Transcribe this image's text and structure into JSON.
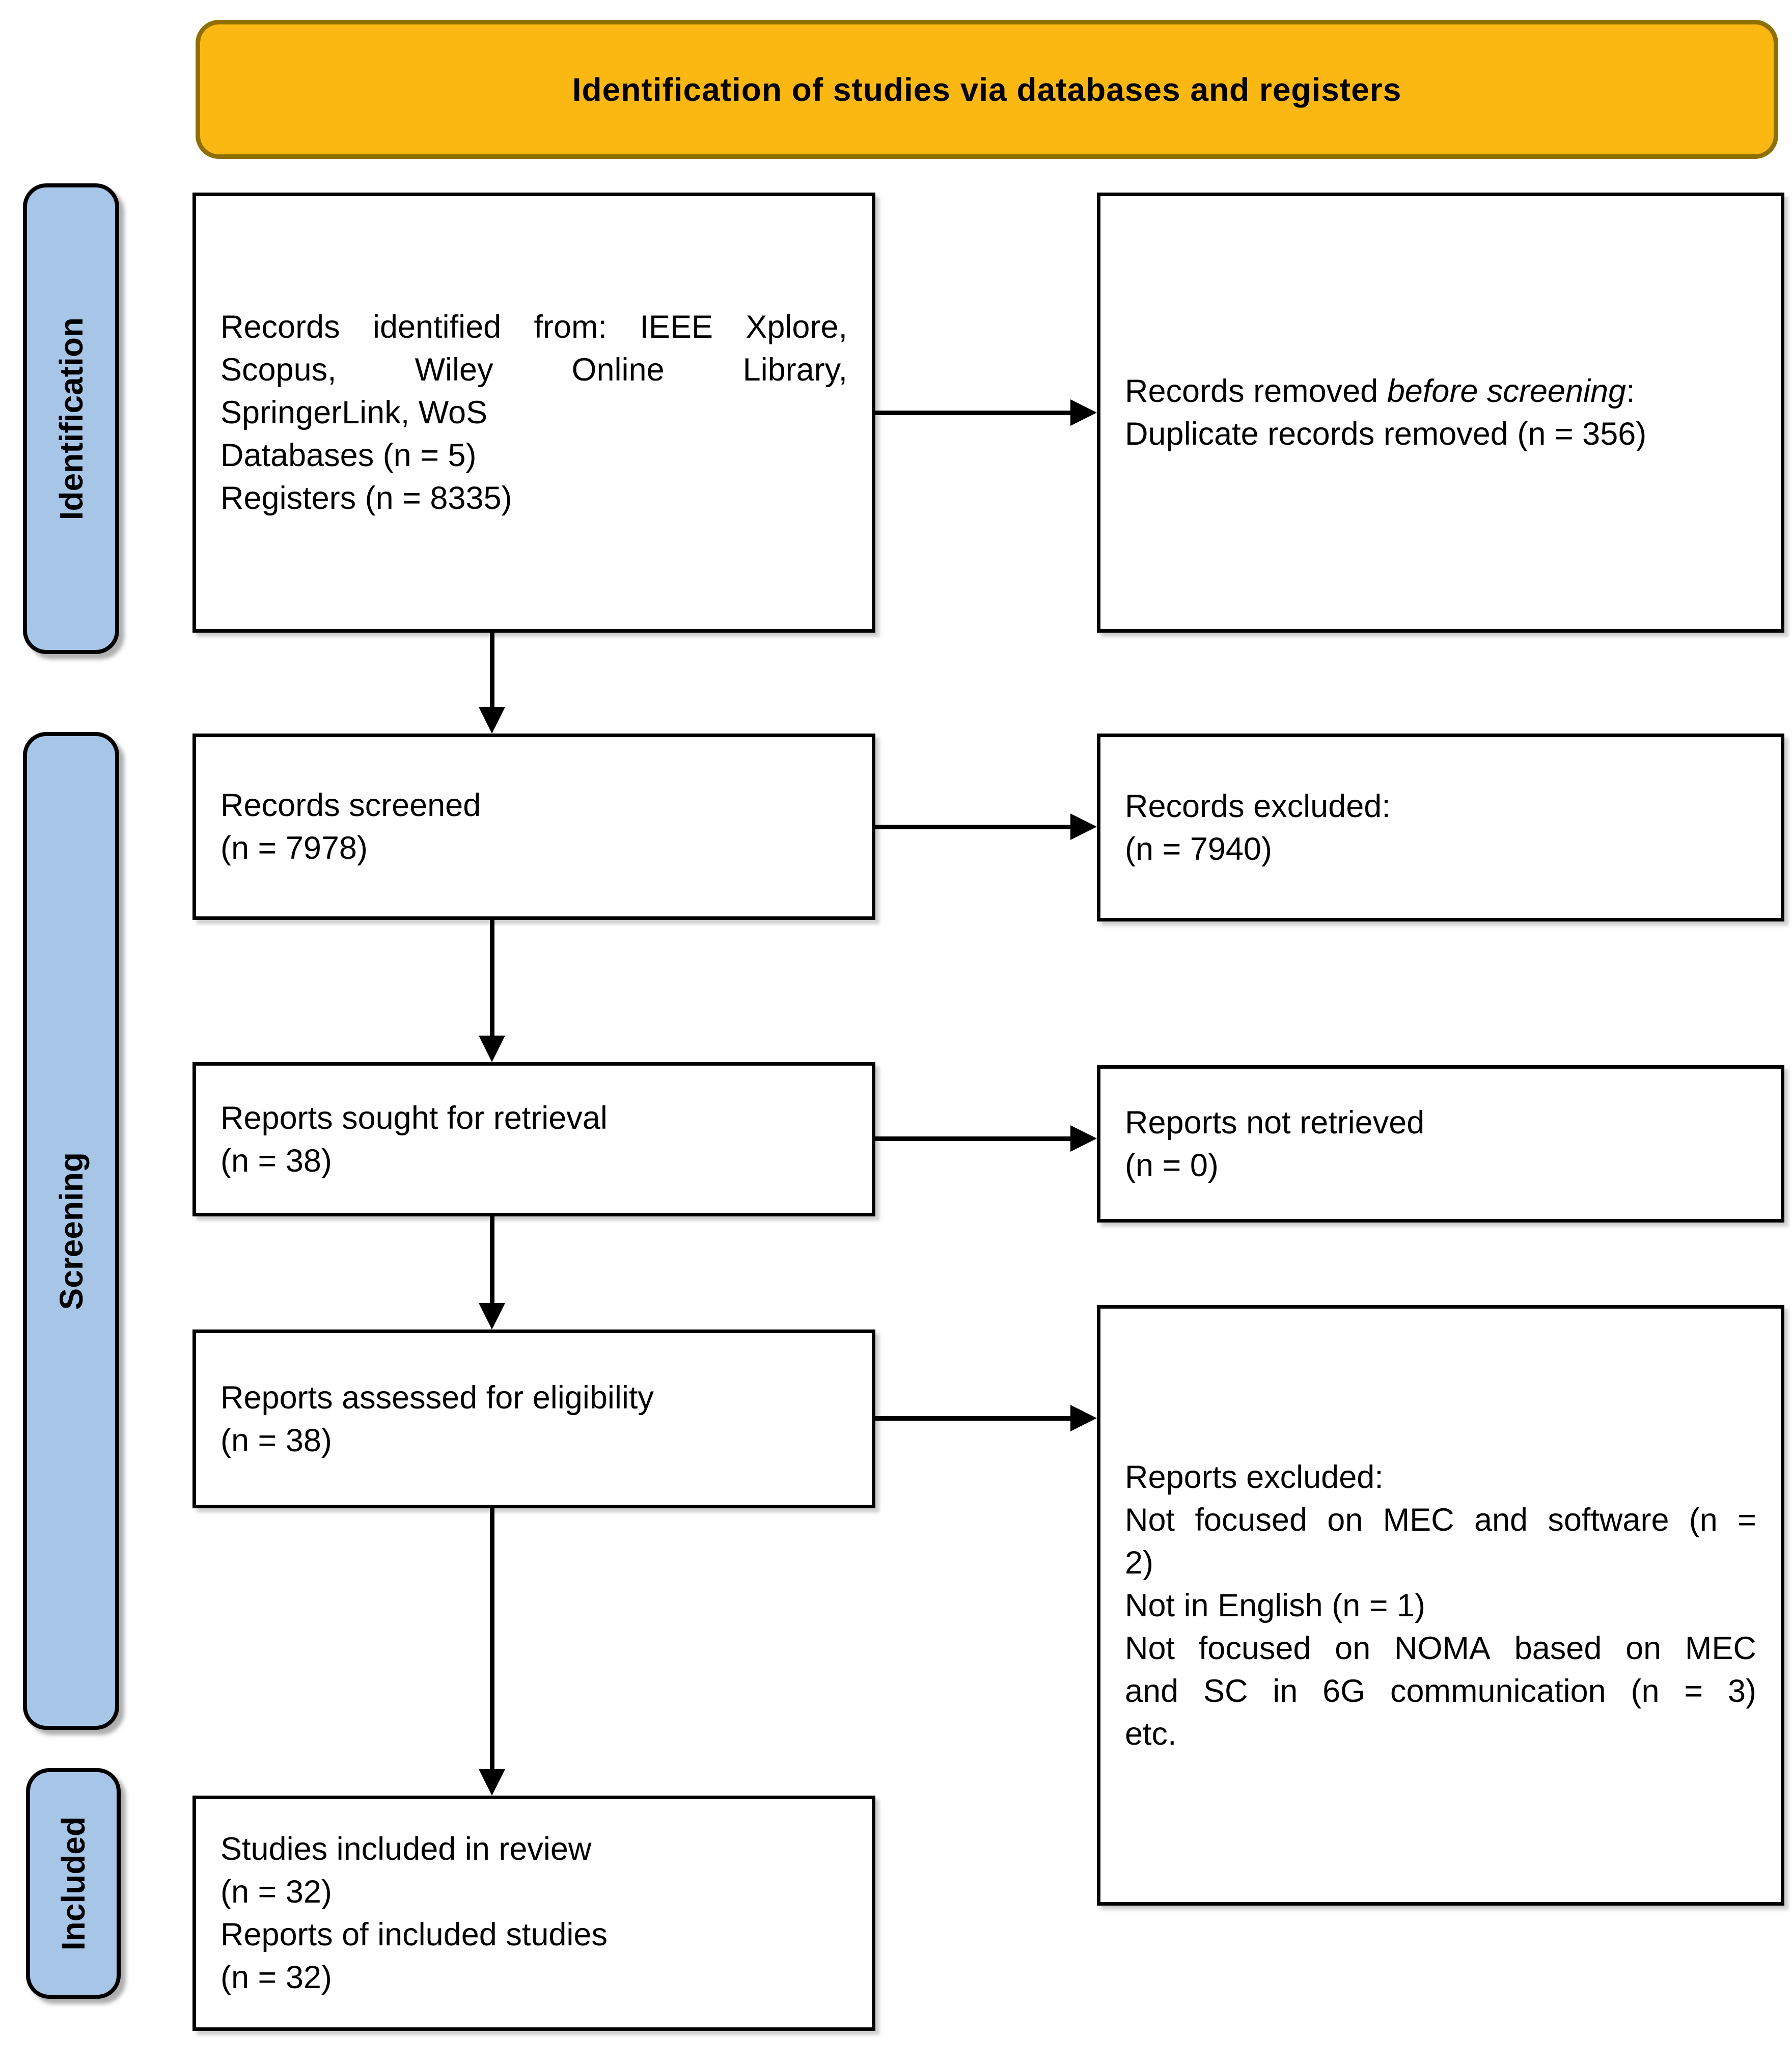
{
  "header": {
    "title": "Identification of studies via databases and registers"
  },
  "colors": {
    "banner_bg": "#FBB813",
    "banner_border": "#8E6F00",
    "stage_bar_bg": "#A7C6E7",
    "box_border": "#000000",
    "text": "#000000"
  },
  "stages": {
    "identification": {
      "label": "Identification"
    },
    "screening": {
      "label": "Screening"
    },
    "included": {
      "label": "Included"
    }
  },
  "boxes": {
    "records_identified": {
      "lines": [
        {
          "text": "Records identified from: IEEE Xplore,",
          "justify": true
        },
        {
          "text": "Scopus, Wiley Online Library,",
          "justify": true
        },
        {
          "text": "SpringerLink, WoS"
        },
        {
          "text": "Databases (n = 5)"
        },
        {
          "text": "Registers (n = 8335)"
        }
      ]
    },
    "records_removed": {
      "lines": [
        {
          "segments": [
            {
              "text": "Records removed ",
              "italic": false
            },
            {
              "text": "before screening",
              "italic": true
            },
            {
              "text": ":",
              "italic": false
            }
          ]
        },
        {
          "text": "Duplicate records removed (n = 356)"
        }
      ]
    },
    "records_screened": {
      "lines": [
        {
          "text": "Records screened"
        },
        {
          "text": "(n = 7978)"
        }
      ]
    },
    "records_excluded": {
      "lines": [
        {
          "text": "Records excluded:"
        },
        {
          "text": "(n = 7940)"
        }
      ]
    },
    "reports_sought": {
      "lines": [
        {
          "text": "Reports sought for retrieval"
        },
        {
          "text": "(n = 38)"
        }
      ]
    },
    "reports_not_retrieved": {
      "lines": [
        {
          "text": "Reports not retrieved"
        },
        {
          "text": "(n = 0)"
        }
      ]
    },
    "reports_assessed": {
      "lines": [
        {
          "text": "Reports assessed for eligibility"
        },
        {
          "text": "(n = 38)"
        }
      ]
    },
    "reports_excluded": {
      "lines": [
        {
          "text": "Reports excluded:"
        },
        {
          "text": "Not focused on MEC and software (n =",
          "justify": true
        },
        {
          "text": "2)"
        },
        {
          "text": "Not in English (n = 1)"
        },
        {
          "text": "Not focused on NOMA based on MEC",
          "justify": true
        },
        {
          "text": "and SC in 6G communication (n = 3)",
          "justify": true
        },
        {
          "text": "etc."
        }
      ]
    },
    "studies_included": {
      "lines": [
        {
          "text": "Studies included in review"
        },
        {
          "text": "(n = 32)"
        },
        {
          "text": "Reports of included studies"
        },
        {
          "text": "(n = 32)"
        }
      ]
    }
  }
}
